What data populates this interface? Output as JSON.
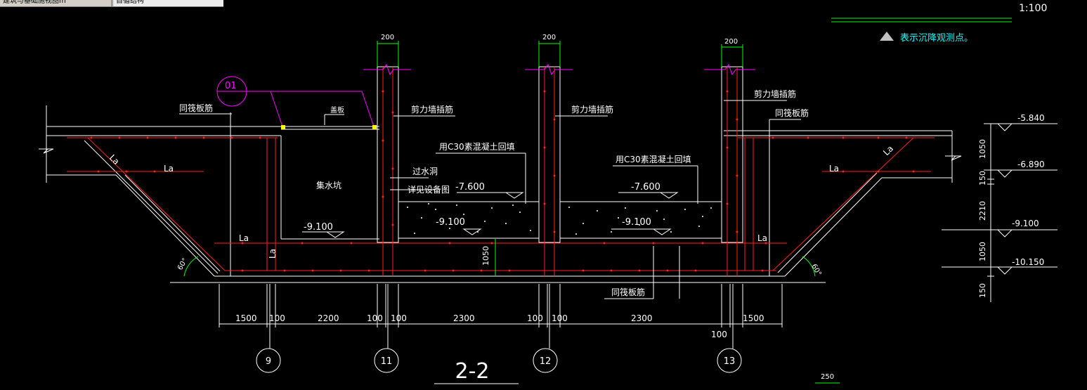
{
  "tabs": [
    {
      "label": "建筑与基础施视图m"
    },
    {
      "label": "自循结构"
    }
  ],
  "header": {
    "scale": "1:100",
    "legend_text": "表示沉降观测点。"
  },
  "drawing": {
    "section_title": "2-2",
    "grid_bubbles": [
      "9",
      "11",
      "12",
      "13"
    ],
    "callout": "01",
    "dims_bottom": [
      "1500",
      "100",
      "2200",
      "100",
      "100",
      "2300",
      "100",
      "100",
      "2300",
      "100",
      "1500"
    ],
    "dims_top": [
      "200",
      "200",
      "200"
    ],
    "dim_bottom_right": "250",
    "dims_vertical": [
      "1050",
      "150",
      "2210",
      "1050",
      "150"
    ],
    "dim_pit_depth": "1050",
    "levels_right": [
      "-5.840",
      "-6.890",
      "-9.100",
      "-10.150"
    ],
    "levels_inside": [
      "-7.600",
      "-7.600",
      "-9.100",
      "-9.100",
      "-9.100"
    ],
    "angle_left": "60°",
    "angle_right": "60°",
    "labels": {
      "same_slab_rebar_left": "同筏板筋",
      "same_slab_rebar_right": "同筏板筋",
      "same_slab_rebar_bottom": "同筏板筋",
      "cover": "盖板",
      "shear_wall_rebar_1": "剪力墙插筋",
      "shear_wall_rebar_2": "剪力墙插筋",
      "shear_wall_rebar_3": "剪力墙插筋",
      "backfill_1": "用C30素混凝土回填",
      "backfill_2": "用C30素混凝土回填",
      "water_hole": "过水洞",
      "see_equipment": "详见设备图",
      "sump": "集水坑",
      "la": "La"
    }
  }
}
